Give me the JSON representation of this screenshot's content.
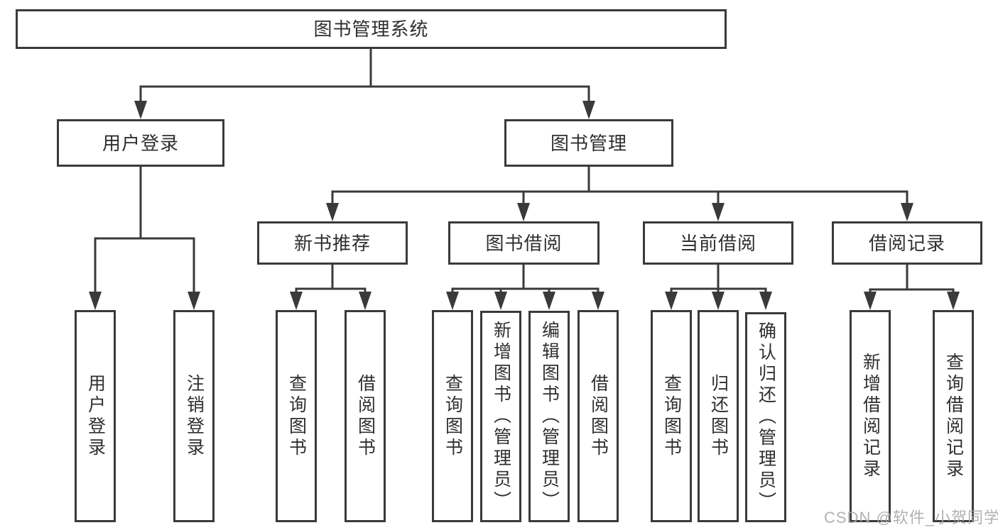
{
  "colors": {
    "line": "#3a3a3a",
    "text": "#2f2f2f",
    "watermark": "#a9a9a9",
    "background": "#ffffff"
  },
  "diagram": {
    "root": {
      "label": "图书管理系统"
    },
    "branches": [
      {
        "label": "用户登录",
        "children": [
          {
            "label": "用户登录"
          },
          {
            "label": "注销登录"
          }
        ]
      },
      {
        "label": "图书管理",
        "children": [
          {
            "label": "新书推荐",
            "children": [
              {
                "label": "查询图书"
              },
              {
                "label": "借阅图书"
              }
            ]
          },
          {
            "label": "图书借阅",
            "children": [
              {
                "label": "查询图书"
              },
              {
                "label": "新增图书（管理员）"
              },
              {
                "label": "编辑图书（管理员）"
              },
              {
                "label": "借阅图书"
              }
            ]
          },
          {
            "label": "当前借阅",
            "children": [
              {
                "label": "查询图书"
              },
              {
                "label": "归还图书"
              },
              {
                "label": "确认归还（管理员）"
              }
            ]
          },
          {
            "label": "借阅记录",
            "children": [
              {
                "label": "新增借阅记录"
              },
              {
                "label": "查询借阅记录"
              }
            ]
          }
        ]
      }
    ]
  },
  "watermark": {
    "text": "CSDN @软件_小贺同学"
  }
}
